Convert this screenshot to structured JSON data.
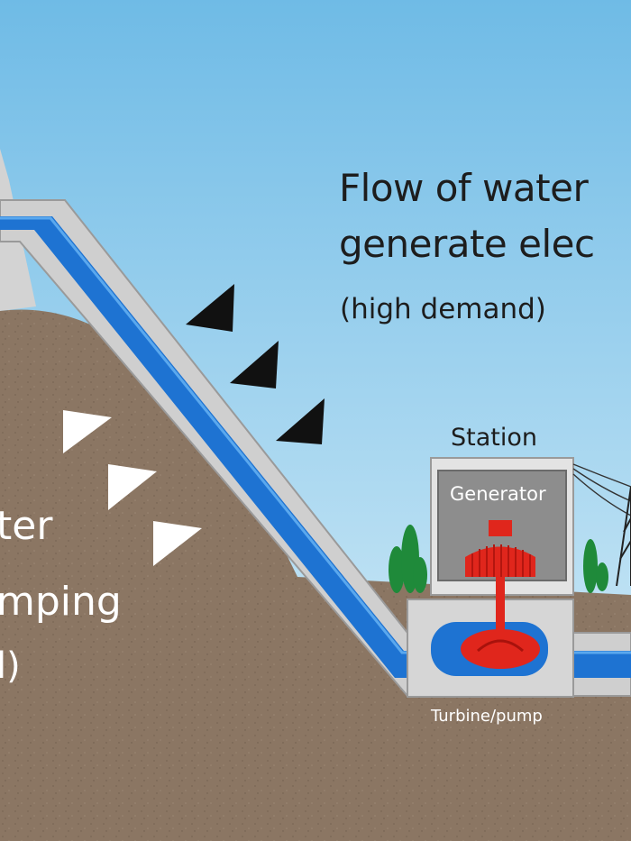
{
  "labels": {
    "flow_line1": "Flow of water",
    "flow_line2": "generate elec",
    "flow_demand": "(high demand)",
    "pump_line1": "ter",
    "pump_line2": "mping",
    "pump_line3": "l)",
    "station": "Station",
    "generator": "Generator",
    "turbine": "Turbine/pump"
  },
  "colors": {
    "sky_top": "#7fc3e8",
    "sky_bottom": "#d6ecf7",
    "ground": "#8b7663",
    "concrete": "#c9c9c9",
    "water": "#1e73d2",
    "turbine": "#e0261c",
    "tree": "#1f8a3a",
    "arrow_dark": "#111111",
    "arrow_light": "#ffffff"
  }
}
